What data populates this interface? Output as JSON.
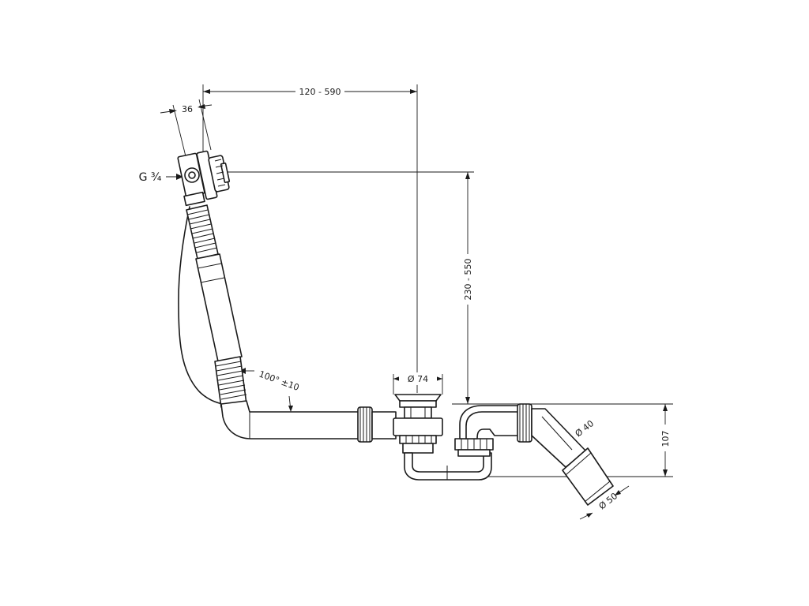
{
  "dimensions": {
    "length_range": "120 - 590",
    "valve_offset": "36",
    "height_range": "230 - 550",
    "waste_diameter": "Ø 74",
    "outlet_inner_diameter": "Ø 40",
    "outlet_outer_diameter": "Ø 50",
    "trap_height": "107",
    "angle": "100° ±10",
    "thread": "G ¾"
  }
}
